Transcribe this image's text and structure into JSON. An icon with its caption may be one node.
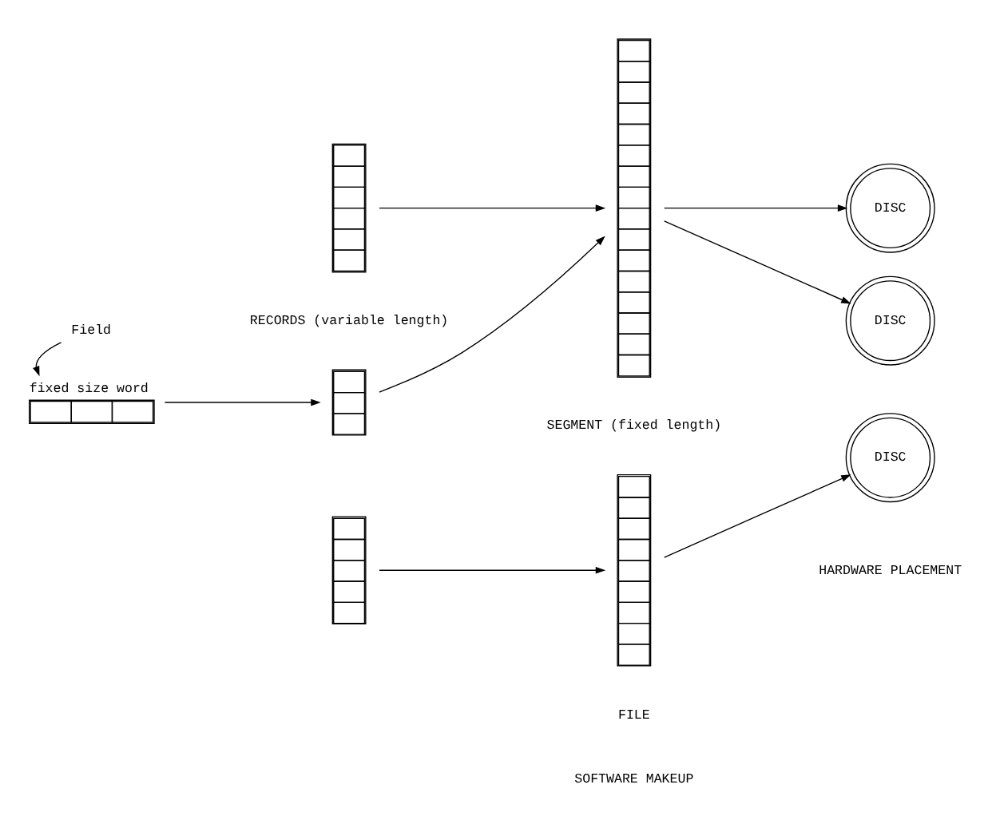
{
  "diagram": {
    "nodes": [
      {
        "text": [
          "fixed size word"
        ]
      },
      {
        "text": [
          "Field"
        ]
      },
      {
        "text": [],
        "shape": "bar"
      },
      {
        "text": [],
        "shape": "bar"
      },
      {
        "text": [],
        "shape": "bar"
      },
      {
        "text": [],
        "shape": "bar"
      },
      {
        "text": [],
        "shape": "bar"
      },
      {
        "text": [
          "DISC"
        ]
      },
      {
        "text": [
          "DISC"
        ]
      },
      {
        "text": [
          "DISC"
        ]
      }
    ],
    "edges": [
      {
        "from": 1,
        "to": 0,
        "arrow": "to"
      },
      {
        "from": 0,
        "to": 3,
        "arrow": "to"
      },
      {
        "from": 2,
        "to": 5,
        "arrow": "to"
      },
      {
        "from": 3,
        "to": 5,
        "arrow": "to"
      },
      {
        "from": 4,
        "to": 6,
        "arrow": "to"
      },
      {
        "from": 5,
        "to": 7,
        "arrow": "to"
      },
      {
        "from": 5,
        "to": 8,
        "arrow": "to"
      },
      {
        "from": 6,
        "to": 9,
        "arrow": "to"
      }
    ],
    "labels": [
      "RECORDS (variable length)",
      "SEGMENT (fixed length)",
      "FILE",
      "SOFTWARE MAKEUP",
      "HARDWARE PLACEMENT"
    ]
  }
}
